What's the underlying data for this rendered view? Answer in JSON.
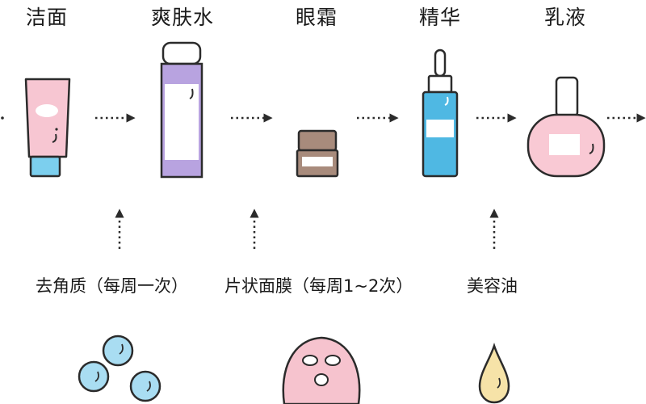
{
  "steps": [
    {
      "label": "洁面",
      "icon": "cleanser-tube-icon"
    },
    {
      "label": "爽肤水",
      "icon": "toner-bottle-icon"
    },
    {
      "label": "眼霜",
      "icon": "eye-cream-jar-icon"
    },
    {
      "label": "精华",
      "icon": "serum-dropper-icon"
    },
    {
      "label": "乳液",
      "icon": "lotion-bottle-icon"
    }
  ],
  "addons": [
    {
      "label": "去角质（每周一次）",
      "icon": "exfoliating-beads-icon"
    },
    {
      "label": "片状面膜（每周1~2次）",
      "icon": "sheet-mask-icon"
    },
    {
      "label": "美容油",
      "icon": "oil-drop-icon"
    }
  ],
  "colors": {
    "outline": "#2b2b2b",
    "cleanser_pink": "#f7c6d2",
    "cleanser_cap": "#7ccfee",
    "toner_purple": "#b8a3e0",
    "jar_brown": "#a88b7c",
    "serum_blue": "#4fb8e3",
    "lotion_pink": "#f9c9d4",
    "bead_blue": "#a9ddf2",
    "mask_pink": "#f6c3ce",
    "oil_yellow": "#f6e3a8"
  }
}
